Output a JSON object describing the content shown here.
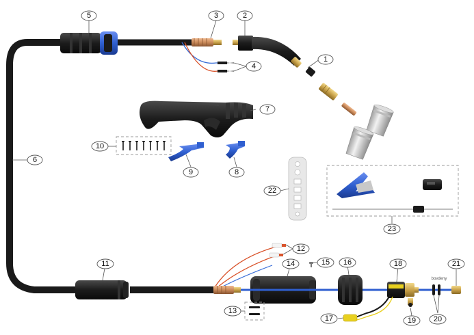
{
  "diagram": {
    "labels": [
      "1",
      "2",
      "3",
      "4",
      "5",
      "6",
      "7",
      "8",
      "9",
      "10",
      "11",
      "12",
      "13",
      "14",
      "15",
      "16",
      "17",
      "18",
      "19",
      "20",
      "21",
      "22",
      "23"
    ],
    "note": "bovdeny"
  },
  "colors": {
    "cable": "#1a1a1a",
    "brass": "#c9a24a",
    "copper": "#c98a5a",
    "blue": "#2f5fd0",
    "red_wire": "#d9532b",
    "blue_wire": "#3a6fd8",
    "yellow": "#e8d020",
    "silver": "#c8c8c8"
  }
}
